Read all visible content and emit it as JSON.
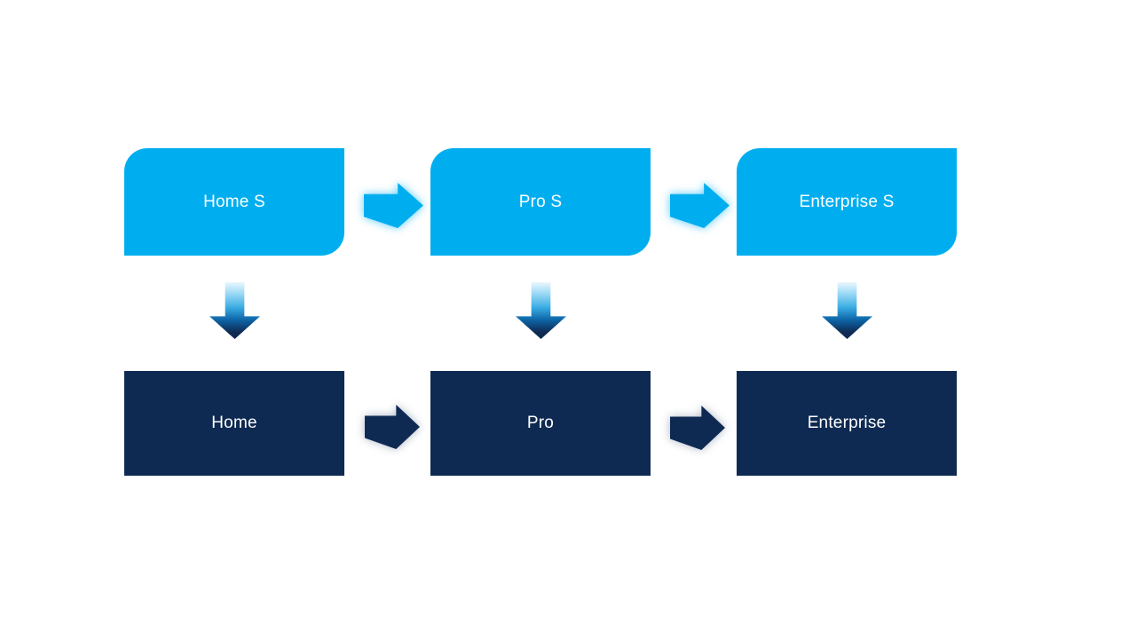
{
  "diagram": {
    "background_color": "#FFFFFF",
    "colors": {
      "top_box_fill": "#00AEEF",
      "bottom_box_fill": "#0E2A52",
      "label_text": "#FFFFFF",
      "down_arrow_gradient_top": "#EAF7FE",
      "down_arrow_gradient_bottom": "#0E2A52"
    },
    "top_row": [
      {
        "label": "Home S"
      },
      {
        "label": "Pro S"
      },
      {
        "label": "Enterprise S"
      }
    ],
    "bottom_row": [
      {
        "label": "Home"
      },
      {
        "label": "Pro"
      },
      {
        "label": "Enterprise"
      }
    ],
    "icons": {
      "right_arrow": "right-arrow-icon",
      "down_arrow": "down-arrow-icon"
    }
  }
}
